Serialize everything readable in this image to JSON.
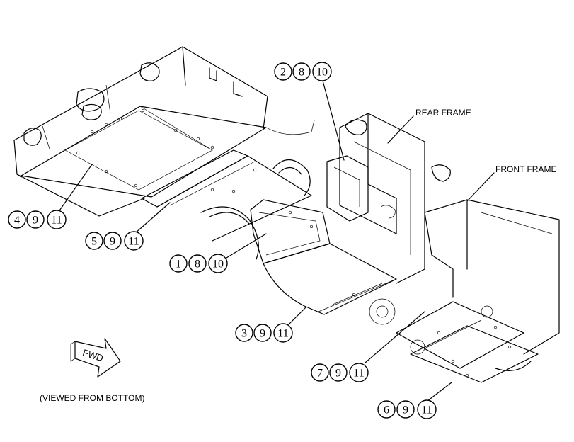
{
  "labels": {
    "rear_frame": "REAR FRAME",
    "front_frame": "FRONT FRAME",
    "viewed_from": "(VIEWED FROM BOTTOM)",
    "fwd": "FWD"
  },
  "callouts": [
    {
      "id": "c-2-8-10",
      "numbers": [
        "2",
        "8",
        "10"
      ]
    },
    {
      "id": "c-4-9-11",
      "numbers": [
        "4",
        "9",
        "11"
      ]
    },
    {
      "id": "c-5-9-11",
      "numbers": [
        "5",
        "9",
        "11"
      ]
    },
    {
      "id": "c-1-8-10",
      "numbers": [
        "1",
        "8",
        "10"
      ]
    },
    {
      "id": "c-3-9-11",
      "numbers": [
        "3",
        "9",
        "11"
      ]
    },
    {
      "id": "c-7-9-11",
      "numbers": [
        "7",
        "9",
        "11"
      ]
    },
    {
      "id": "c-6-9-11",
      "numbers": [
        "6",
        "9",
        "11"
      ]
    }
  ]
}
